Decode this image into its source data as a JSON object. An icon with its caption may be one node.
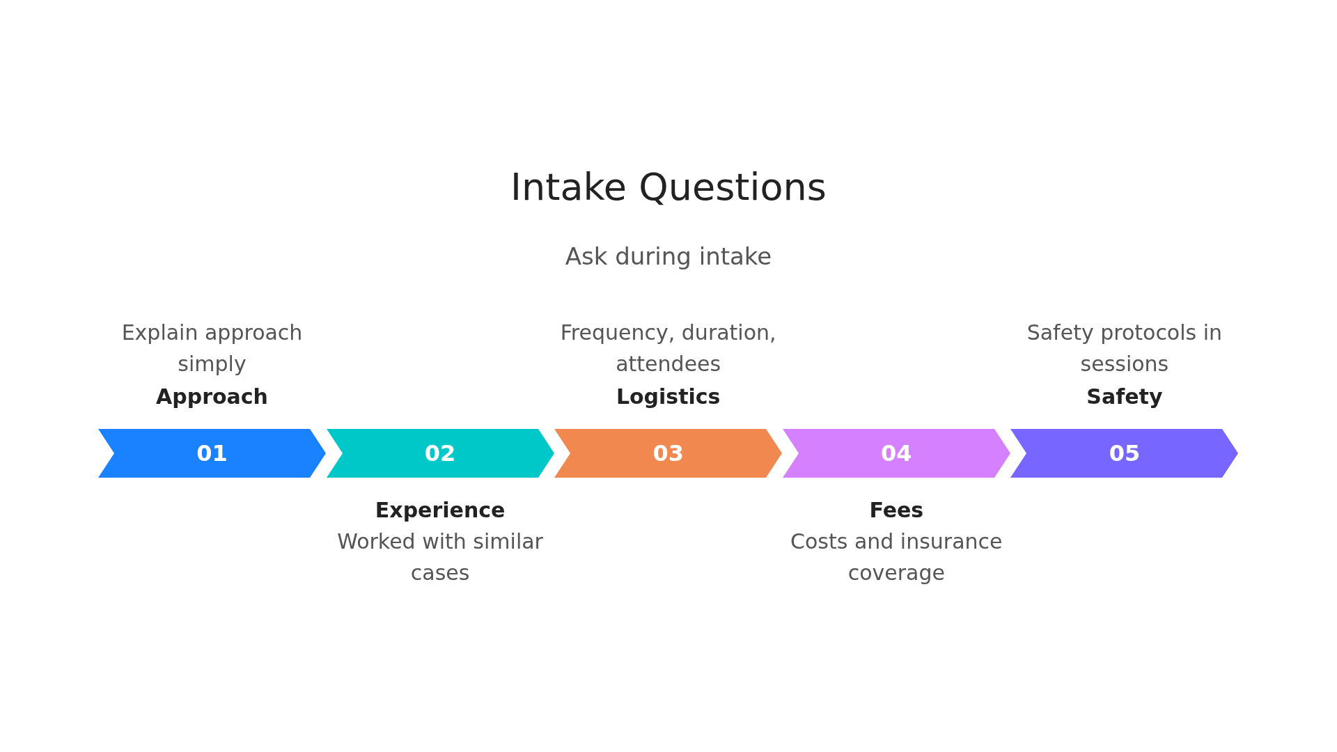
{
  "diagram": {
    "title": "Intake Questions",
    "nodes": [
      {
        "text": [
          "01"
        ],
        "beside": [
          "Approach",
          "Explain approach simply"
        ]
      },
      {
        "text": [
          "02"
        ],
        "beside": [
          "Experience",
          "Worked with similar cases"
        ]
      },
      {
        "text": [
          "03"
        ],
        "beside": [
          "Logistics",
          "Frequency, duration, attendees"
        ]
      },
      {
        "text": [
          "04"
        ],
        "beside": [
          "Fees",
          "Costs and insurance coverage"
        ]
      },
      {
        "text": [
          "05"
        ],
        "beside": [
          "Safety",
          "Safety protocols in sessions"
        ]
      }
    ],
    "labels": [
      "Ask during intake"
    ]
  }
}
